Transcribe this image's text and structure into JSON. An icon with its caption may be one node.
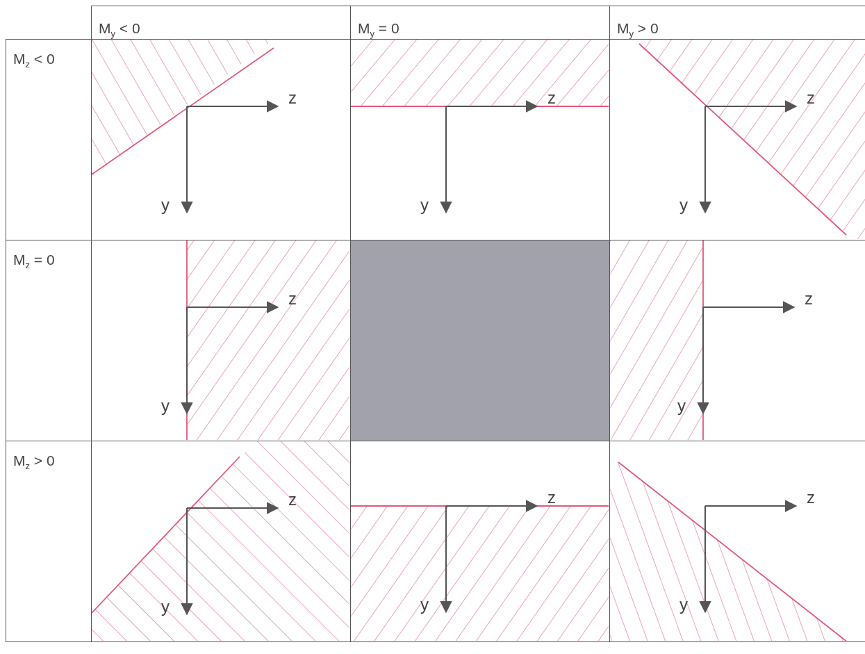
{
  "diagram": {
    "labels": [
      "M$_{y}$ < 0",
      "M$_{y}$ = 0",
      "M$_{y}$ > 0",
      "M$_{z}$ < 0",
      "z",
      "y",
      "z",
      "y",
      "z",
      "y",
      "M$_{z}$ = 0",
      "z",
      "y",
      "z",
      "y",
      "M$_{z}$ > 0",
      "z",
      "y",
      "z",
      "y",
      "z",
      "y"
    ]
  }
}
